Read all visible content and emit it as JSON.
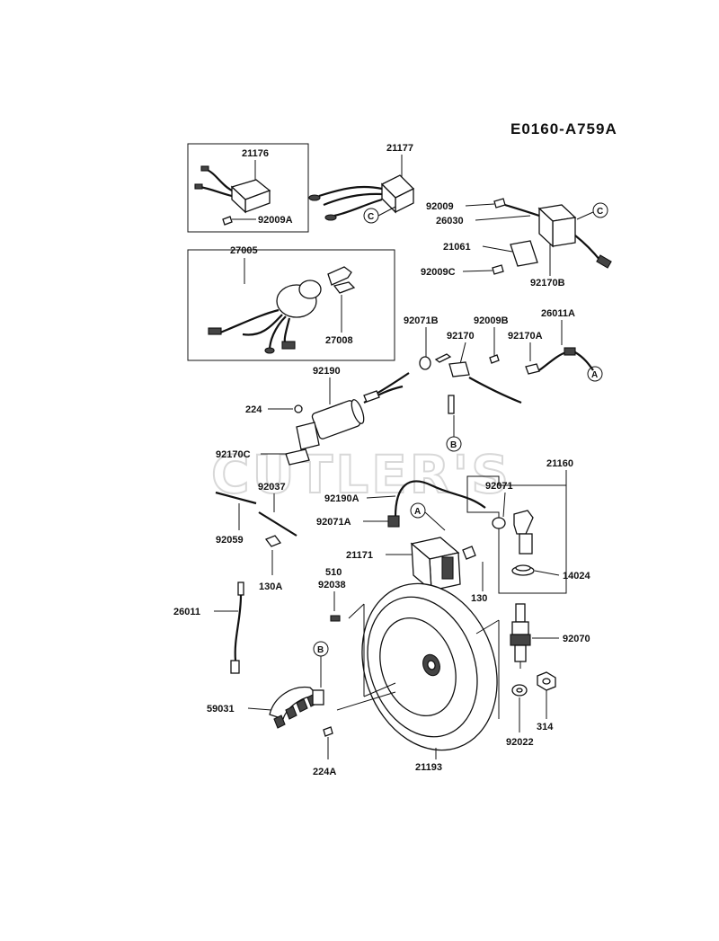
{
  "diagram_code": "E0160-A759A",
  "watermark": "CUTLER'S",
  "callouts": [
    "A",
    "B",
    "C"
  ],
  "part_labels": {
    "p21176": "21176",
    "p92009A": "92009A",
    "p21177": "21177",
    "p27005": "27005",
    "p27008": "27008",
    "p92009": "92009",
    "p26030": "26030",
    "p21061": "21061",
    "p92009C": "92009C",
    "p92170B": "92170B",
    "p92071B": "92071B",
    "p92009B": "92009B",
    "p92170": "92170",
    "p26011A": "26011A",
    "p92170A": "92170A",
    "p92190": "92190",
    "p224": "224",
    "p92170C": "92170C",
    "p21160": "21160",
    "p92037": "92037",
    "p92190A": "92190A",
    "p92071": "92071",
    "p92071A": "92071A",
    "p92059": "92059",
    "p21171": "21171",
    "p14024": "14024",
    "p130A": "130A",
    "p510": "510",
    "p92038": "92038",
    "p130": "130",
    "p26011": "26011",
    "p92070": "92070",
    "p59031": "59031",
    "p314": "314",
    "p92022": "92022",
    "p224A": "224A",
    "p21193": "21193"
  }
}
